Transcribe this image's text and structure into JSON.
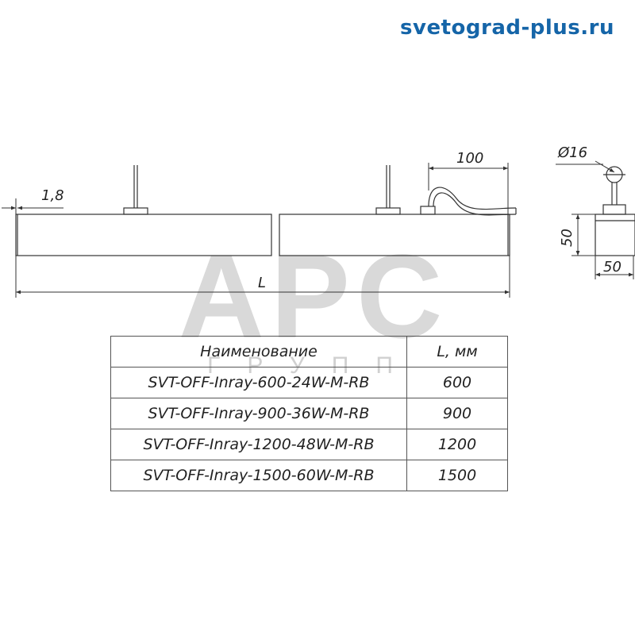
{
  "site_url": "svetograd-plus.ru",
  "watermark": {
    "main": "APC",
    "sub": "ГРУПП"
  },
  "dimensions": {
    "end_cap": "1,8",
    "cable_offset": "100",
    "length": "L",
    "cable_diameter": "Ø16",
    "height": "50",
    "width": "50"
  },
  "table": {
    "headers": [
      "Наименование",
      "L, мм"
    ],
    "rows": [
      {
        "name": "SVT-OFF-Inray-600-24W-M-RB",
        "length": "600"
      },
      {
        "name": "SVT-OFF-Inray-900-36W-M-RB",
        "length": "900"
      },
      {
        "name": "SVT-OFF-Inray-1200-48W-M-RB",
        "length": "1200"
      },
      {
        "name": "SVT-OFF-Inray-1500-60W-M-RB",
        "length": "1500"
      }
    ]
  },
  "colors": {
    "url": "#1565a8",
    "line": "#333333",
    "watermark": "#d9d9d9"
  }
}
